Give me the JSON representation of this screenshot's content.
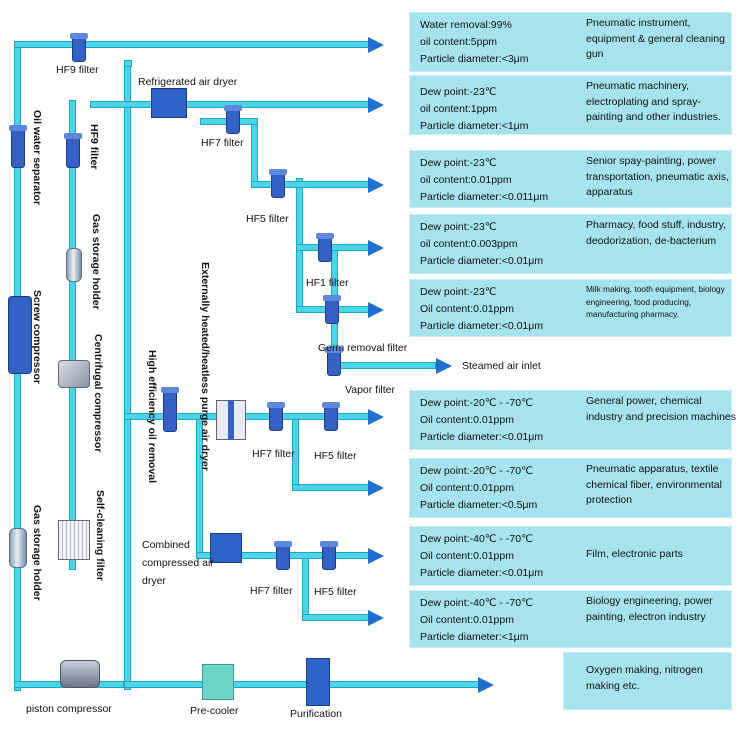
{
  "colors": {
    "pipe": "#4fd3e6",
    "arrow": "#1f6fd0",
    "panel": "#a6e3ef",
    "device": "#3561c4"
  },
  "labels": {
    "hf9_filter": "HF9 filter",
    "refrigerated_dryer": "Refrigerated air dryer",
    "hf7_filter_a": "HF7 filter",
    "hf5_filter_a": "HF5 filter",
    "hf1_filter": "HF1 filter",
    "germ_removal_filter": "Germ removal filter",
    "steamed_air_inlet": "Steamed air inlet",
    "vapor_filter": "Vapor filter",
    "hf7_filter_b": "HF7 filter",
    "hf5_filter_b": "HF5 filter",
    "combined_dryer": "Combined compressed air dryer",
    "hf7_filter_c": "HF7 filter",
    "hf5_filter_c": "HF5 filter",
    "piston_compressor": "piston compressor",
    "pre_cooler": "Pre-cooler",
    "purification": "Purification"
  },
  "vertical_labels": {
    "oil_water_separator": "Oil water separator",
    "screw_compressor": "Screw compressor",
    "gas_storage_holder_left": "Gas storage holder",
    "hf9_filter_v": "HF9 filter",
    "gas_storage_holder_mid": "Gas storage holder",
    "centrifugal_compressor": "Centrifugal compressor",
    "self_cleaning_filter": "Self-cleaning filter",
    "high_efficiency_oil_removal": "High efficiency oil removal",
    "external_heated_dryer": "Externally heated/heatless purge air dryer"
  },
  "rows": [
    {
      "spec": [
        "Water removal:99%",
        "oil content:5ppm",
        "Particle diameter:<3μm"
      ],
      "use": "Pneumatic instrument, equipment & general cleaning gun"
    },
    {
      "spec": [
        "Dew point:-23℃",
        "oil content:1ppm",
        "Particle diameter:<1μm"
      ],
      "use": "Pneumatic machinery, electroplating and spray-painting and other industries."
    },
    {
      "spec": [
        "Dew point:-23℃",
        "oil content:0.01ppm",
        "Particle diameter:<0.011μm"
      ],
      "use": "Senior spay-painting, power transportation, pneumatic axis, apparatus"
    },
    {
      "spec": [
        "Dew point:-23℃",
        "oil content:0.003ppm",
        "Particle diameter:<0.01μm"
      ],
      "use": "Pharmacy, food stuff, industry, deodorization, de-bacterium"
    },
    {
      "spec": [
        "Dew point:-23℃",
        "Oil content:0.01ppm",
        "Particle diameter:<0.01μm"
      ],
      "use": "Milk making, tooth equipment, biology engineering, food producing, manufacturing pharmacy."
    },
    {
      "spec": [
        "Dew point:-20℃ - -70℃",
        "Oil content:0.01ppm",
        "Particle diameter:<0.01μm"
      ],
      "use": "General power, chemical industry and precision machines"
    },
    {
      "spec": [
        "Dew point:-20℃ - -70℃",
        "Oil content:0.01ppm",
        "Particle diameter:<0.5μm"
      ],
      "use": "Pneumatic apparatus, textile chemical fiber, environmental protection"
    },
    {
      "spec": [
        "Dew point:-40℃ - -70℃",
        "Oil content:0.01ppm",
        "Particle diameter:<0.01μm"
      ],
      "use": "Film, electronic parts"
    },
    {
      "spec": [
        "Dew point:-40℃ - -70℃",
        "Oil content:0.01ppm",
        "Particle diameter:<1μm"
      ],
      "use": "Biology engineering, power painting, electron industry"
    },
    {
      "spec": [],
      "use": "Oxygen making, nitrogen making etc."
    }
  ]
}
